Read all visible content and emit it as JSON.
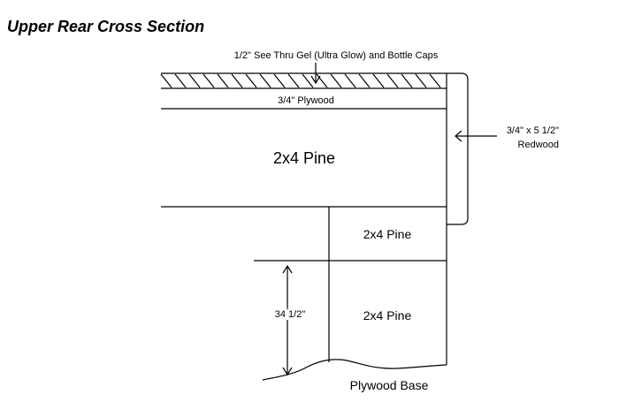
{
  "title": "Upper Rear Cross Section",
  "labels": {
    "top_layer": "1/2\" See Thru Gel (Ultra Glow) and Bottle Caps",
    "plywood": "3/4\" Plywood",
    "pine_large": "2x4 Pine",
    "pine_upper": "2x4 Pine",
    "pine_lower": "2x4 Pine",
    "redwood_dim": "3/4\" x 5 1/2\"",
    "redwood_name": "Redwood",
    "height_dim": "34 1/2\"",
    "base": "Plywood Base"
  }
}
